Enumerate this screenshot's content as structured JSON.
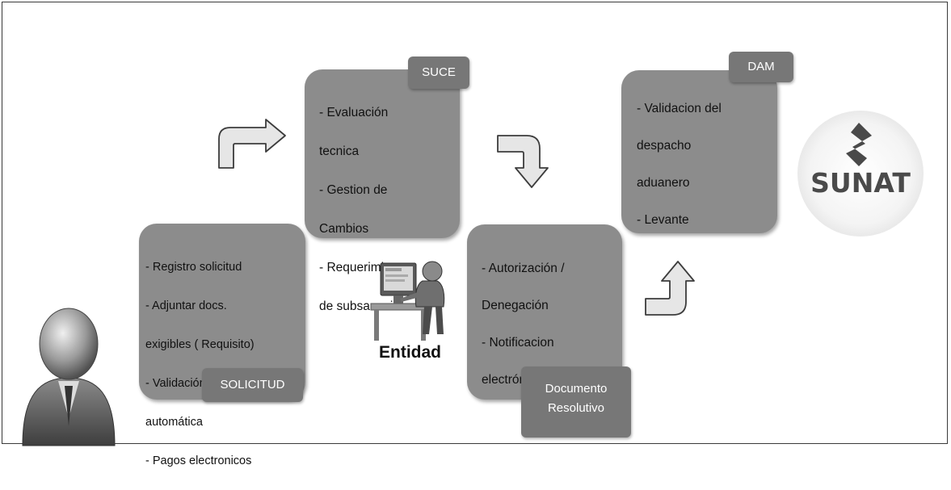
{
  "solicitud": {
    "lines": [
      "- Registro solicitud",
      "- Adjuntar docs.",
      "exigibles ( Requisito)",
      "- Validación",
      "automática",
      "- Pagos electronicos"
    ],
    "tag": "SOLICITUD"
  },
  "suce": {
    "lines": [
      "- Evaluación",
      "tecnica",
      "- Gestion de",
      "Cambios",
      "- Requerimientos",
      "de subsanación"
    ],
    "tag": "SUCE"
  },
  "documento": {
    "lines": [
      "- Autorización /",
      "Denegación",
      "- Notificacion",
      "electrónica"
    ],
    "tag_lines": [
      "Documento",
      "Resolutivo"
    ]
  },
  "dam": {
    "lines": [
      "- Validacion del",
      "despacho",
      "aduanero",
      "- Levante"
    ],
    "tag": "DAM"
  },
  "entidad": {
    "label": "Entidad"
  },
  "logo": {
    "text": "SUNAT"
  },
  "colors": {
    "box": "#8c8c8c",
    "tag": "#777777",
    "arrow_fill": "#e6e6e6",
    "arrow_stroke": "#3c3c3c"
  }
}
